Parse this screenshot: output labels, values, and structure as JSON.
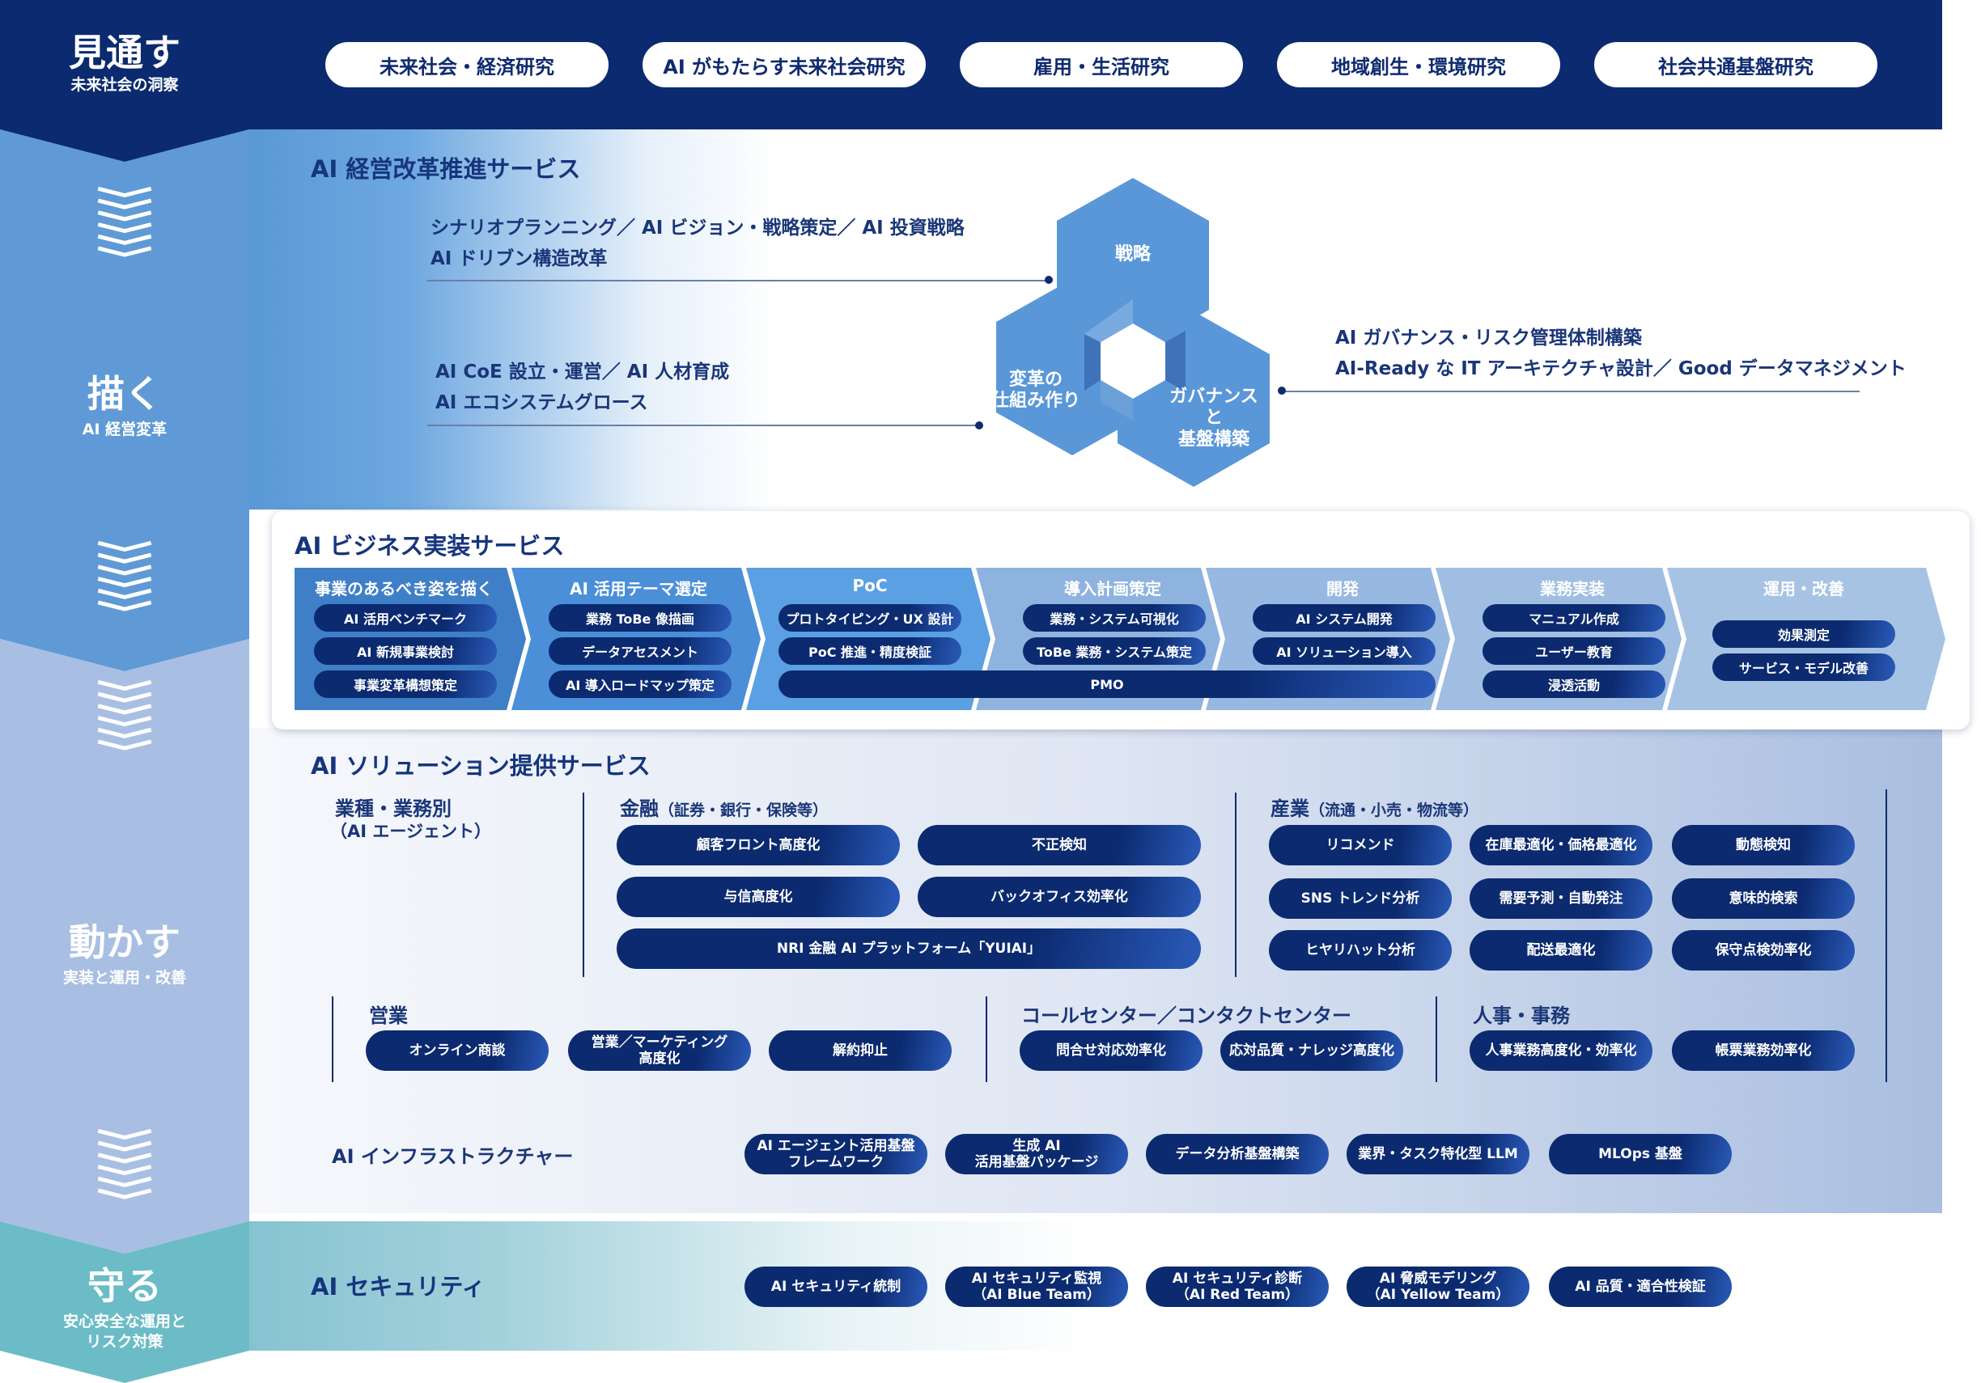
{
  "header": {
    "title": "見通す",
    "subtitle": "未来社会の洞察",
    "pills": [
      "未来社会・経済研究",
      "AI がもたらす未来社会研究",
      "雇用・生活研究",
      "地域創生・環境研究",
      "社会共通基盤研究"
    ]
  },
  "left_column": {
    "draw": {
      "title": "描く",
      "subtitle": "AI 経営変革"
    },
    "move": {
      "title": "動かす",
      "subtitle": "実装と運用・改善"
    },
    "protect": {
      "title": "守る",
      "subtitle_1": "安心安全な運用と",
      "subtitle_2": "リスク対策"
    }
  },
  "management": {
    "title": "AI 経営改革推進サービス",
    "left_top_1": "シナリオプランニング／ AI ビジョン・戦略策定／ AI 投資戦略",
    "left_top_2": "AI ドリブン構造改革",
    "left_bottom_1": "AI CoE 設立・運営／ AI 人材育成",
    "left_bottom_2": "AI エコシステムグロース",
    "right_1": "AI ガバナンス・リスク管理体制構築",
    "right_2": "AI-Ready な IT アーキテクチャ設計／ Good データマネジメント",
    "hex_strategy": "戦略",
    "hex_change_1": "変革の",
    "hex_change_2": "仕組み作り",
    "hex_gov_1": "ガバナンス",
    "hex_gov_2": "と",
    "hex_gov_3": "基盤構築"
  },
  "business": {
    "title": "AI ビジネス実装サービス",
    "phases": [
      "事業のあるべき姿を描く",
      "AI 活用テーマ選定",
      "PoC",
      "導入計画策定",
      "開発",
      "業務実装",
      "運用・改善"
    ],
    "items": {
      "p1": [
        "AI 活用ベンチマーク",
        "AI 新規事業検討",
        "事業変革構想策定"
      ],
      "p2": [
        "業務 ToBe 像描画",
        "データアセスメント",
        "AI 導入ロードマップ策定"
      ],
      "p3": [
        "プロトタイピング・UX 設計",
        "PoC 推進・精度検証"
      ],
      "p4": [
        "業務・システム可視化",
        "ToBe 業務・システム策定"
      ],
      "p5": [
        "AI システム開発",
        "AI ソリューション導入"
      ],
      "p6": [
        "マニュアル作成",
        "ユーザー教育",
        "浸透活動"
      ],
      "p7": [
        "効果測定",
        "サービス・モデル改善"
      ],
      "pmo": "PMO"
    },
    "colors": {
      "dark": "#0b2a6f",
      "phase1": "#3f7fc8",
      "phase2": "#4a8fd8",
      "phase3": "#5aa0e2",
      "phase4": "#8eb3de",
      "phase5": "#97b8e0",
      "phase6": "#9fbee2",
      "phase7": "#a7c3e4"
    }
  },
  "solution": {
    "title": "AI ソリューション提供サービス",
    "industry_head": "業種・業務別",
    "industry_sub": "（AI エージェント）",
    "finance_head": "金融",
    "finance_note": "（証券・銀行・保険等）",
    "finance_items": [
      "顧客フロント高度化",
      "不正検知",
      "与信高度化",
      "バックオフィス効率化"
    ],
    "finance_platform": "NRI 金融 AI プラットフォーム「YUIAI」",
    "industry2_head": "産業",
    "industry2_note": "（流通・小売・物流等）",
    "industry2_items": [
      "リコメンド",
      "在庫最適化・価格最適化",
      "動態検知",
      "SNS トレンド分析",
      "需要予測・自動発注",
      "意味的検索",
      "ヒヤリハット分析",
      "配送最適化",
      "保守点検効率化"
    ],
    "sales_head": "営業",
    "sales_items": [
      "オンライン商談",
      "営業／マーケティング",
      "高度化",
      "解約抑止"
    ],
    "call_head": "コールセンター／コンタクトセンター",
    "call_items": [
      "問合せ対応効率化",
      "応対品質・ナレッジ高度化"
    ],
    "hr_head": "人事・事務",
    "hr_items": [
      "人事業務高度化・効率化",
      "帳票業務効率化"
    ],
    "infra_head": "AI インフラストラクチャー",
    "infra_items": [
      "AI エージェント活用基盤",
      "フレームワーク",
      "生成 AI",
      "活用基盤パッケージ",
      "データ分析基盤構築",
      "業界・タスク特化型 LLM",
      "MLOps 基盤"
    ]
  },
  "security": {
    "title": "AI セキュリティ",
    "items": [
      "AI セキュリティ統制",
      "AI セキュリティ監視",
      "（AI Blue Team）",
      "AI セキュリティ診断",
      "（AI Red Team）",
      "AI 脅威モデリング",
      "（AI Yellow Team）",
      "AI 品質・適合性検証"
    ]
  }
}
